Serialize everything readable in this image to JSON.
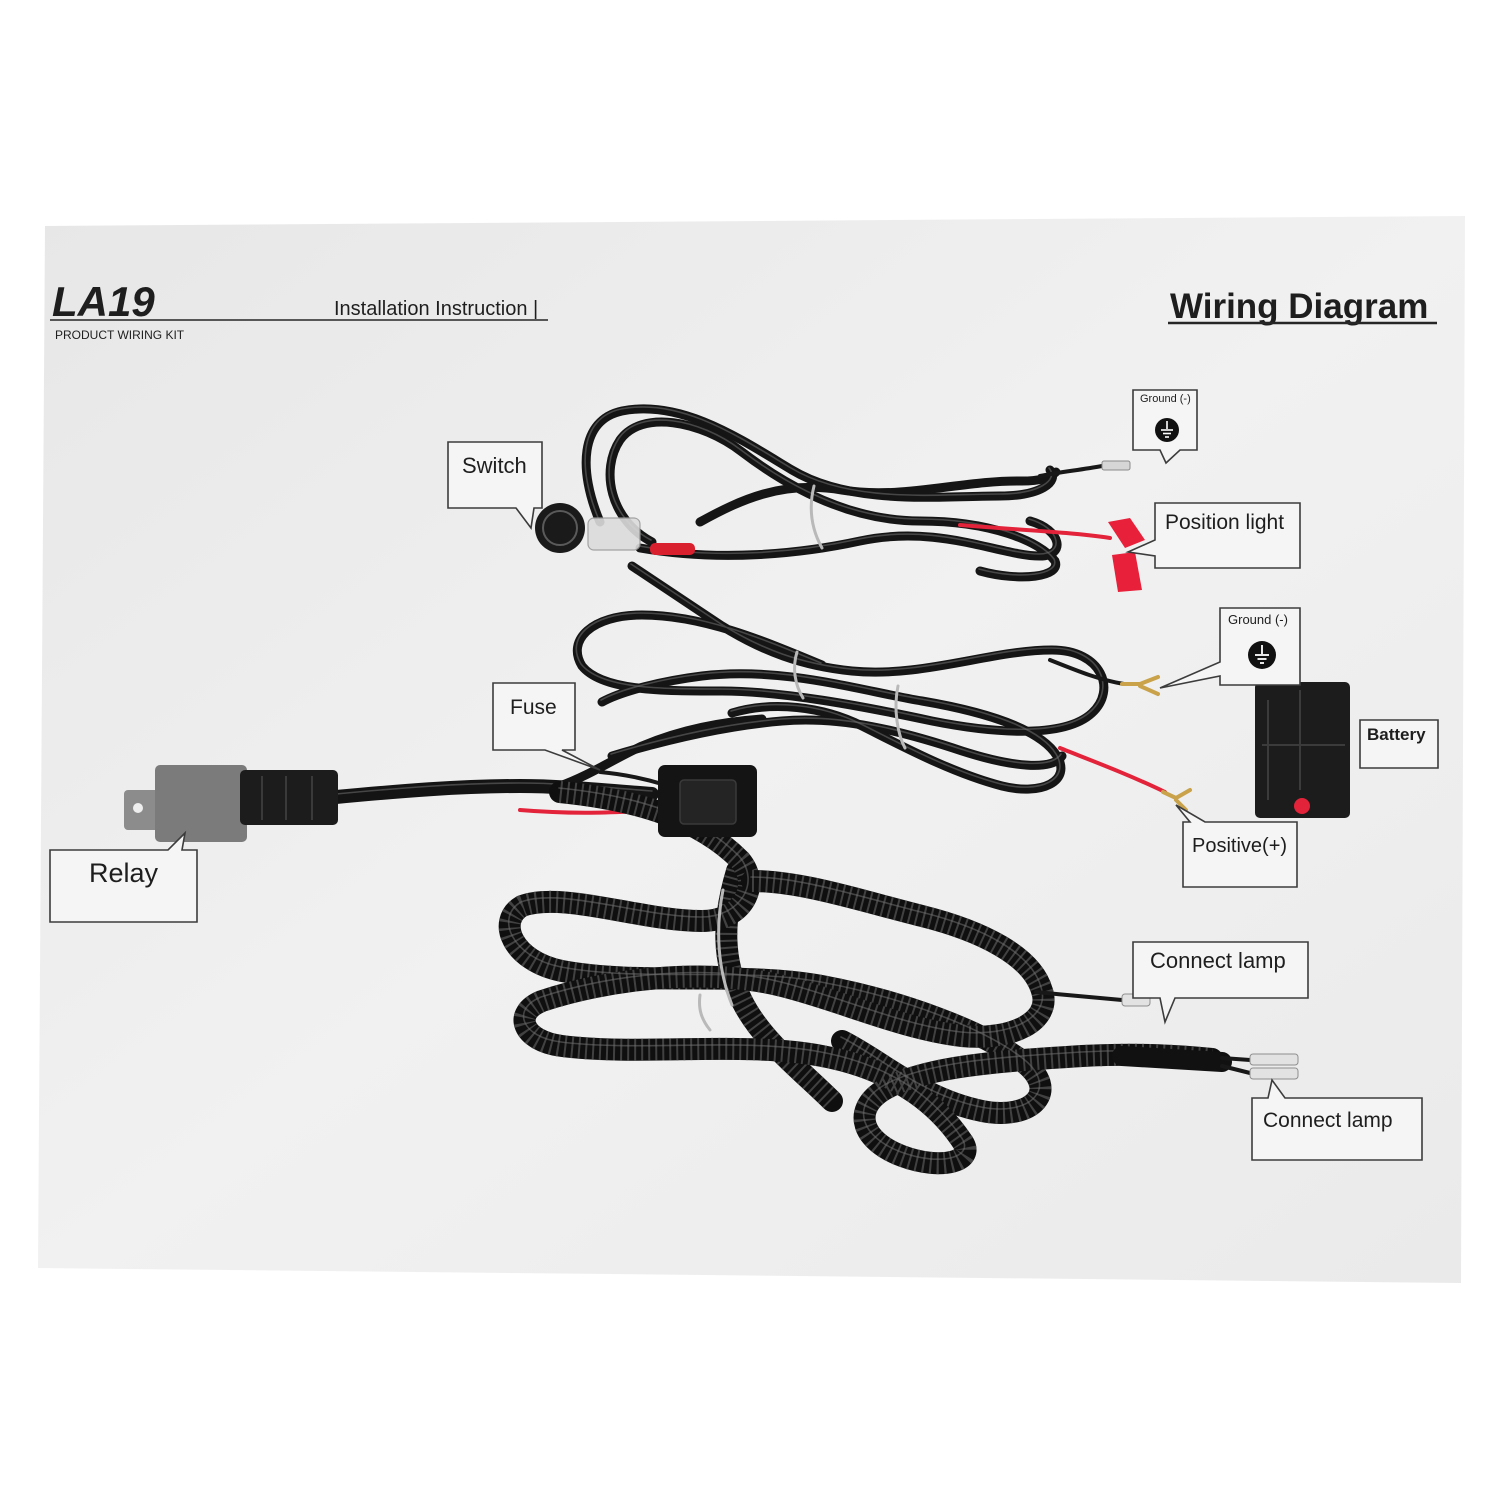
{
  "header": {
    "model": "LA19",
    "subtitle": "PRODUCT WIRING KIT",
    "instruction": "Installation Instruction |",
    "title": "Wiring Diagram"
  },
  "callouts": {
    "switch": "Switch",
    "ground_upper": "Ground (-)",
    "position_light": "Position light",
    "ground_lower": "Ground (-)",
    "battery": "Battery",
    "fuse": "Fuse",
    "relay": "Relay",
    "positive": "Positive(+)",
    "connect_lamp_upper": "Connect lamp",
    "connect_lamp_lower": "Connect lamp"
  },
  "icons": {
    "ground": "ground-icon"
  },
  "colors": {
    "paper": "#eeeeee",
    "cable": "#151515",
    "red_wire": "#e3233a",
    "terminal": "#c9a24a",
    "relay_body": "#7b7b7b"
  }
}
